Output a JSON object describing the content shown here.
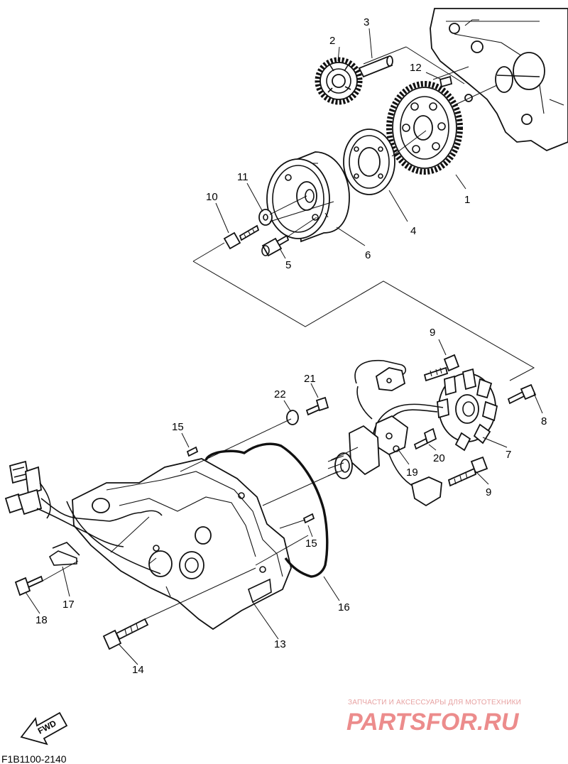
{
  "diagram": {
    "callouts": [
      "1",
      "2",
      "3",
      "4",
      "5",
      "6",
      "7",
      "8",
      "9",
      "9",
      "10",
      "11",
      "12",
      "13",
      "14",
      "15",
      "15",
      "16",
      "17",
      "18",
      "19",
      "20",
      "21",
      "22"
    ],
    "part_code": "F1B1100-2140",
    "fwd_label": "FWD"
  },
  "watermark": {
    "tagline": "ЗАПЧАСТИ И АКСЕССУАРЫ ДЛЯ МОТОТЕХНИКИ",
    "brand": "PARTSFOR.RU",
    "color": "#ec8c8c"
  }
}
